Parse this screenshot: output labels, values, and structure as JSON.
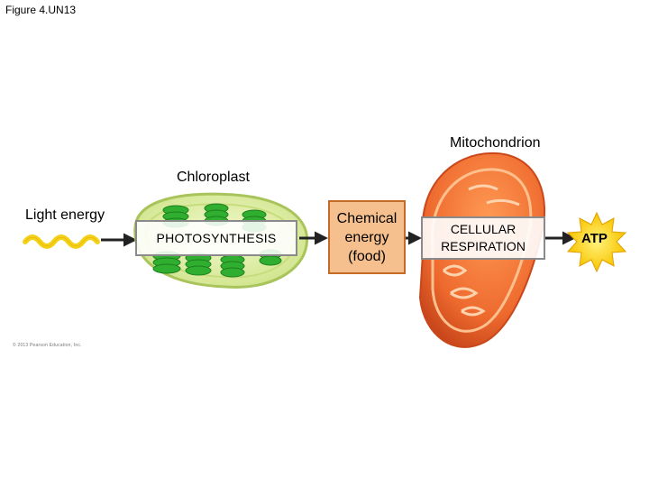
{
  "figure_label": "Figure 4.UN13",
  "labels": {
    "mitochondrion": "Mitochondrion",
    "chloroplast": "Chloroplast",
    "light_energy": "Light energy"
  },
  "boxes": {
    "photosynthesis": "PHOTOSYNTHESIS",
    "chemical_energy": [
      "Chemical",
      "energy",
      "(food)"
    ],
    "cellular_respiration": [
      "CELLULAR",
      "RESPIRATION"
    ]
  },
  "atp": "ATP",
  "copyright": "© 2013 Pearson Education, Inc.",
  "colors": {
    "light_wave": "#f5d21a",
    "chloroplast_fill": "#e6f2a8",
    "thylakoid": "#2fae2f",
    "mitochondrion": "#f07a3a",
    "chemical_box": "#f6c08e",
    "atp_star": "#ffd21e",
    "arrow": "#222222"
  },
  "icons": [
    "light-wave-icon",
    "chloroplast-icon",
    "mitochondrion-icon",
    "atp-starburst-icon",
    "arrow-icon"
  ]
}
